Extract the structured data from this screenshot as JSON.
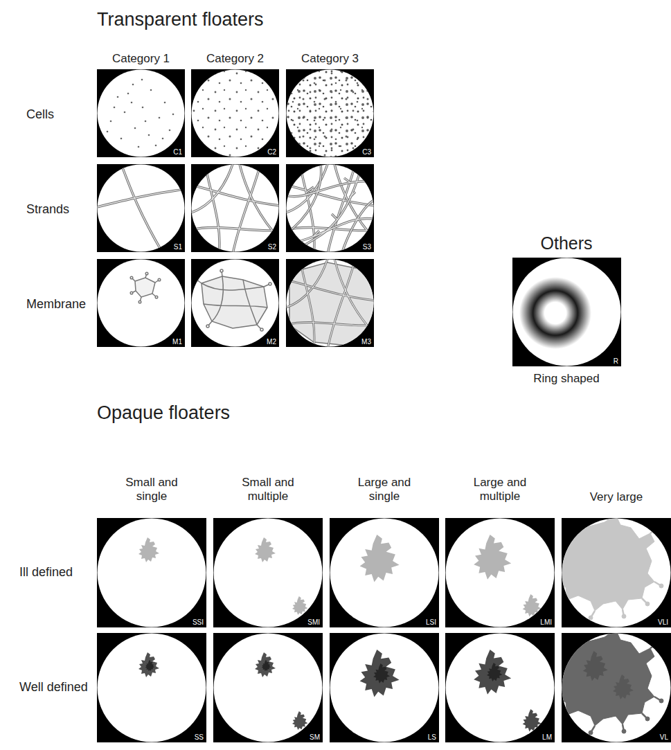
{
  "diagram": {
    "nodes": [
      {
        "text": [
          "C1"
        ]
      },
      {
        "text": [
          "C2"
        ]
      },
      {
        "text": [
          "C3"
        ]
      },
      {
        "text": [
          "S1"
        ]
      },
      {
        "text": [
          "S2"
        ]
      },
      {
        "text": [
          "S3"
        ]
      },
      {
        "text": [
          "M1"
        ]
      },
      {
        "text": [
          "M2"
        ]
      },
      {
        "text": [
          "M3"
        ]
      },
      {
        "text": [
          "R"
        ]
      },
      {
        "text": [
          "SSI"
        ]
      },
      {
        "text": [
          "SMI"
        ]
      },
      {
        "text": [
          "LSI"
        ]
      },
      {
        "text": [
          "LMI"
        ]
      },
      {
        "text": [
          "VLI"
        ]
      },
      {
        "text": [
          "SS"
        ]
      },
      {
        "text": [
          "SM"
        ]
      },
      {
        "text": [
          "LS"
        ]
      },
      {
        "text": [
          "LM"
        ]
      },
      {
        "text": [
          "VL"
        ]
      }
    ],
    "labels": [
      "Transparent floaters",
      "Category 1",
      "Category 2",
      "Category 3",
      "Cells",
      "Strands",
      "Membrane",
      "Others",
      "Ring shaped",
      "Opaque floaters",
      "Small and single",
      "Small and multiple",
      "Large and single",
      "Large and multiple",
      "Very large",
      "Ill defined",
      "Well defined"
    ]
  }
}
